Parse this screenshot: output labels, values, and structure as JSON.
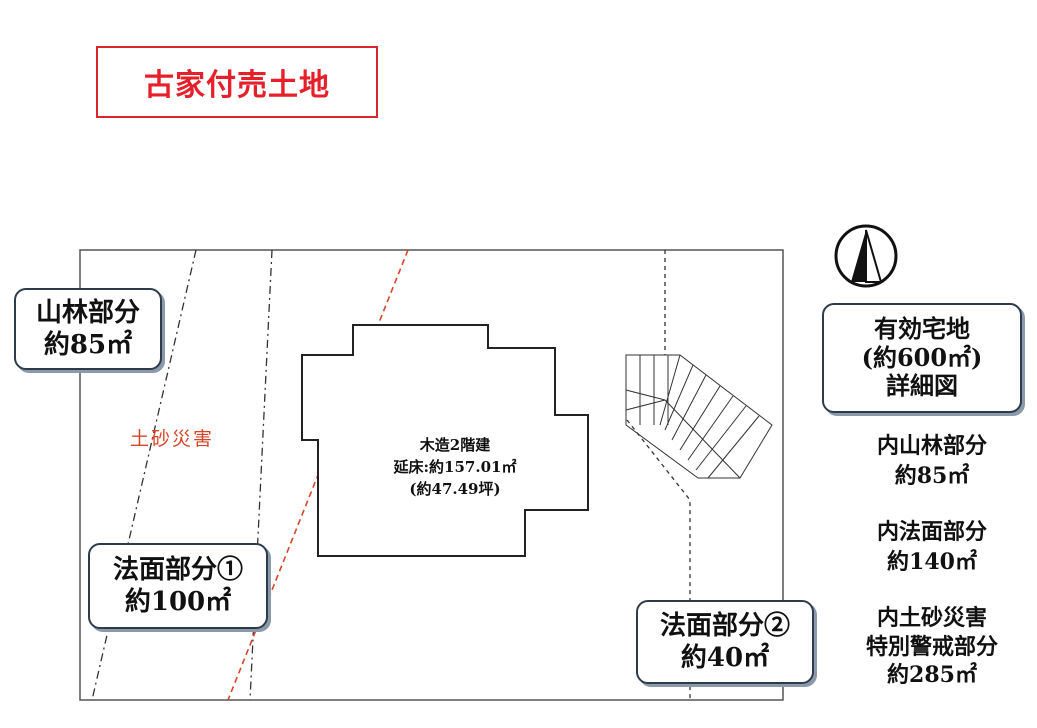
{
  "title": "古家付売土地",
  "labels": {
    "sanrin": {
      "line1": "山林部分",
      "line2": "約85㎡"
    },
    "houmen1": {
      "line1": "法面部分①",
      "line2": "約100㎡"
    },
    "houmen2": {
      "line1": "法面部分②",
      "line2": "約40㎡"
    },
    "detail": {
      "line1": "有効宅地",
      "line2": "(約600㎡)",
      "line3": "詳細図"
    }
  },
  "hazard_label": "土砂災害",
  "building": {
    "line1": "木造2階建",
    "line2": "延床:約157.01㎡",
    "line3": "(約47.49坪)"
  },
  "breakdown": {
    "item1": {
      "line1": "内山林部分",
      "line2": "約85㎡"
    },
    "item2": {
      "line1": "内法面部分",
      "line2": "約140㎡"
    },
    "item3": {
      "line1": "内土砂災害",
      "line2": "特別警戒部分",
      "line3": "約285㎡"
    }
  },
  "colors": {
    "accent_red": "#e5202a",
    "hazard_line": "#d6452a",
    "box_border": "#2d3b4a"
  },
  "icons": {
    "north": "north-arrow-icon"
  }
}
